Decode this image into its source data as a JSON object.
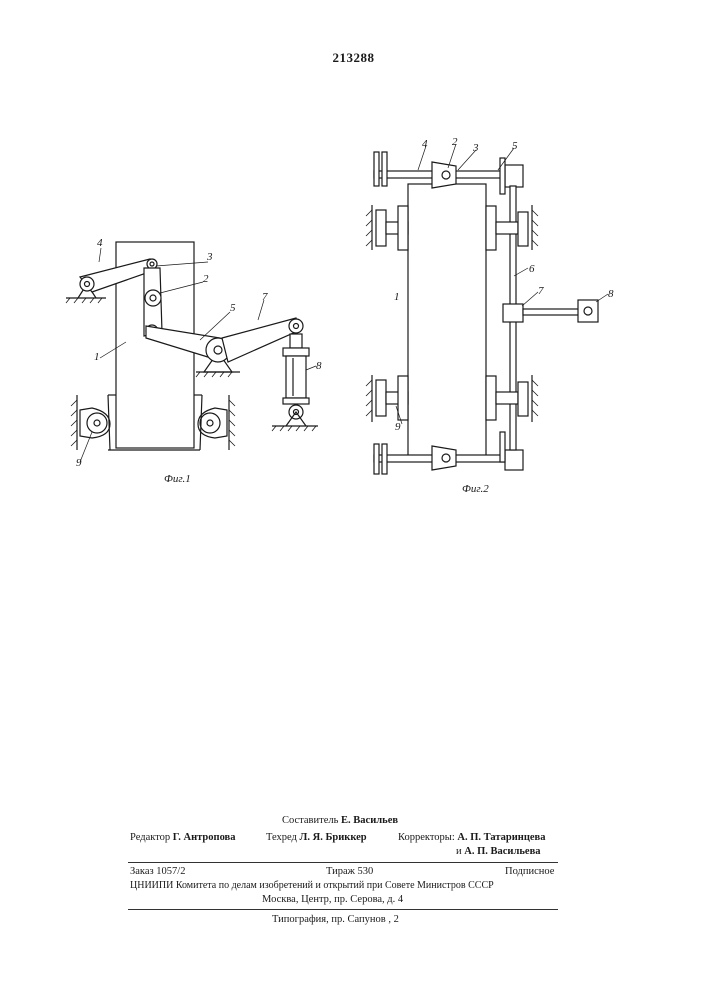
{
  "header": {
    "patent_number": "213288"
  },
  "fig1": {
    "caption": "Фиг.1",
    "labels": {
      "l1": "1",
      "l2": "2",
      "l3": "3",
      "l4": "4",
      "l5": "5",
      "l7": "7",
      "l8": "8",
      "l9": "9"
    }
  },
  "fig2": {
    "caption": "Фиг.2",
    "labels": {
      "l1": "1",
      "l2": "2",
      "l3": "3",
      "l4": "4",
      "l5": "5",
      "l6": "6",
      "l7": "7",
      "l8": "8",
      "l9": "9"
    }
  },
  "imprint": {
    "compiler_label": "Составитель",
    "compiler_name": "Е. Васильев",
    "editor_label": "Редактор",
    "editor_name": "Г. Антропова",
    "techred_label": "Техред",
    "techred_name": "Л. Я. Бриккер",
    "correctors_label": "Корректоры:",
    "corrector1": "А. П. Татаринцева",
    "corrector2_prefix": "и",
    "corrector2": "А. П. Васильева",
    "order": "Заказ 1057/2",
    "print_run": "Тираж 530",
    "subscription": "Подписное",
    "institute": "ЦНИИПИ Комитета по делам изобретений и открытий при Совете Министров СССР",
    "address": "Москва, Центр, пр. Серова, д. 4",
    "printing_house": "Типография, пр. Сапунов , 2"
  }
}
